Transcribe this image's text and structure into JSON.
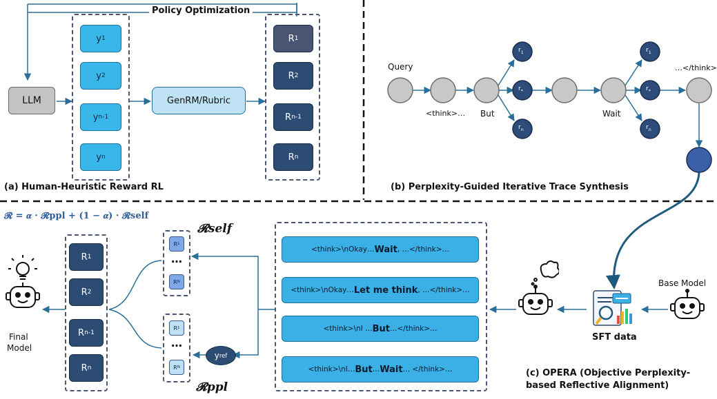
{
  "panel_a": {
    "caption": "(a) Human-Heuristic Reward RL",
    "top_label": "Policy Optimization",
    "llm_label": "LLM",
    "genrm_label": "GenRM/Rubric",
    "y_items": [
      {
        "base": "y",
        "sub": "1"
      },
      {
        "base": "y",
        "sub": "2"
      },
      {
        "base": "y",
        "sub": "n-1"
      },
      {
        "base": "y",
        "sub": "n"
      }
    ],
    "r_items": [
      {
        "base": "R",
        "sub": "1"
      },
      {
        "base": "R",
        "sub": "2"
      },
      {
        "base": "R",
        "sub": "n-1"
      },
      {
        "base": "R",
        "sub": "n"
      }
    ]
  },
  "panel_b": {
    "caption": "(b) Perplexity-Guided Iterative Trace Synthesis",
    "query_label": "Query",
    "think_label": "<think>…",
    "but_label": "But",
    "wait_label": "Wait",
    "end_label": "…</think>",
    "branch1": [
      {
        "base": "r",
        "sub": "1"
      },
      {
        "base": "r",
        "sub": "*"
      },
      {
        "base": "r",
        "sub": "n"
      }
    ],
    "branch2": [
      {
        "base": "r",
        "sub": "1"
      },
      {
        "base": "r",
        "sub": "*"
      },
      {
        "base": "r",
        "sub": "n"
      }
    ]
  },
  "panel_c": {
    "caption_line1": "(c) OPERA (Objective Perplexity-",
    "caption_line2": "based Reflective Alignment)",
    "formula": "𝓡 = 𝜶 · 𝓡ppl + (𝟏 − 𝜶) · 𝓡self",
    "r_self_label": "𝓡self",
    "r_ppl_label": "𝓡ppl",
    "yref": {
      "base": "y",
      "sub": "ref"
    },
    "final_model_line1": "Final",
    "final_model_line2": "Model",
    "sft_label": "SFT data",
    "base_model_label": "Base Model",
    "ellipsis": "…",
    "traces": [
      {
        "pre": "<think>\\nOkay…",
        "bold": "Wait",
        "post": ", …</think>…"
      },
      {
        "pre": "<think>\\nOkay… ",
        "bold": "Let me think",
        "post": ", …</think>…"
      },
      {
        "pre": "<think>\\nI … ",
        "bold": "But",
        "post": " …</think>…"
      },
      {
        "pre": "<think>\\nI… ",
        "bold": "But",
        "mid": " … ",
        "bold2": "Wait",
        "post": " … </think>…"
      }
    ],
    "final_r": [
      {
        "base": "R",
        "sub": "1"
      },
      {
        "base": "R",
        "sub": "2"
      },
      {
        "base": "R",
        "sub": "n-1"
      },
      {
        "base": "R",
        "sub": "n"
      }
    ],
    "self_r": [
      {
        "base": "R",
        "sub": "1"
      },
      {
        "base": "R",
        "sub": "N"
      }
    ],
    "ppl_r": [
      {
        "base": "R",
        "sub": "1"
      },
      {
        "base": "R",
        "sub": "N"
      }
    ]
  }
}
